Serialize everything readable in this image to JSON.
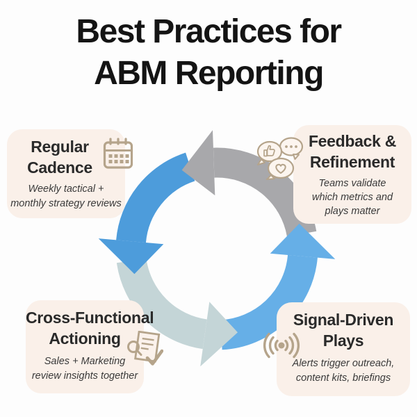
{
  "page": {
    "background": "#fdfdfd"
  },
  "title": {
    "line1": "Best Practices for",
    "line2": "ABM Reporting",
    "color": "#141414"
  },
  "cards": [
    {
      "name": "regular-cadence",
      "title_lines": [
        "Regular",
        "Cadence"
      ],
      "subtitle_lines": [
        "Weekly tactical +",
        "monthly strategy reviews"
      ],
      "icon": "calendar-icon"
    },
    {
      "name": "feedback-refinement",
      "title_lines": [
        "Feedback &",
        "Refinement"
      ],
      "subtitle_lines": [
        "Teams validate",
        "which metrics and",
        "plays matter"
      ],
      "icon": "feedback-bubbles-icon"
    },
    {
      "name": "cross-functional-actioning",
      "title_lines": [
        "Cross-Functional",
        "Actioning"
      ],
      "subtitle_lines": [
        "Sales + Marketing",
        "review insights together"
      ],
      "icon": "document-review-icon"
    },
    {
      "name": "signal-driven-plays",
      "title_lines": [
        "Signal-Driven",
        "Plays"
      ],
      "subtitle_lines": [
        "Alerts trigger outreach,",
        "content kits, briefings"
      ],
      "icon": "signal-waves-icon"
    }
  ],
  "cycle": {
    "type": "cycle-diagram",
    "direction": "counterclockwise",
    "segments": [
      {
        "position": "top",
        "color": "#a8a8ab"
      },
      {
        "position": "left",
        "color": "#4d9cdb"
      },
      {
        "position": "bottom",
        "color": "#c4d5d7"
      },
      {
        "position": "right",
        "color": "#66afe7"
      }
    ]
  },
  "colors": {
    "card_background": "#faf0e9",
    "icon_accent": "#b5a48b",
    "card_title_text": "#2a2a2a",
    "subtitle_text": "#3a3a3a"
  }
}
